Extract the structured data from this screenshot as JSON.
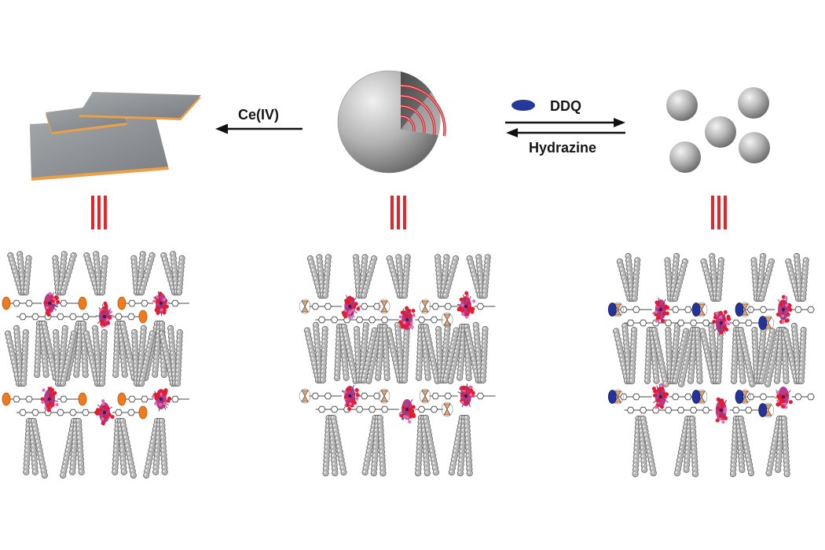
{
  "labels": {
    "ce_iv": "Ce(IV)",
    "ddq": "DDQ",
    "hydrazine": "Hydrazine"
  },
  "colors": {
    "equivalence_bars": "#e3262a",
    "sheet_edge": "#e8a04a",
    "ddq_marker": "#25399b",
    "orange_cap": "#ef7b1d",
    "blue_cap": "#22349c",
    "core": "#b3247e",
    "core_atoms": "#e41b2c",
    "shell_lines": "#d3242f"
  }
}
